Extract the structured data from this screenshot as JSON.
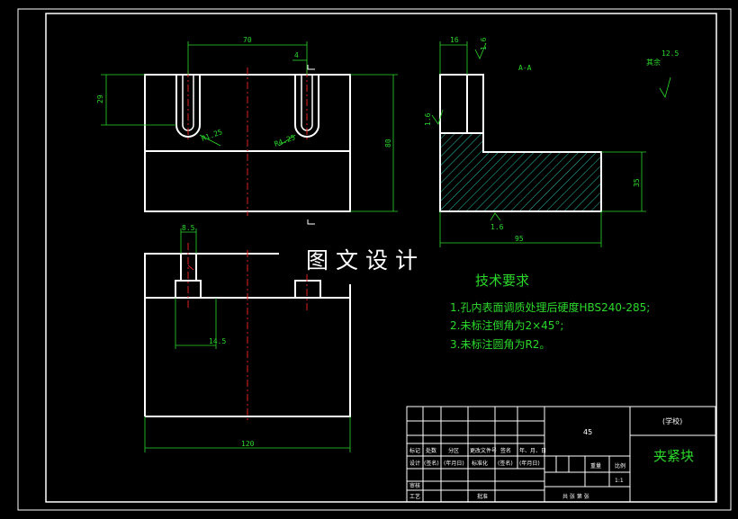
{
  "watermark": "图文设计",
  "dimensions": {
    "top_width": "70",
    "top_small": "4",
    "top_left_height": "29",
    "top_right_height": "80",
    "radius_left": "R1.25",
    "radius_right": "R4.25",
    "side_top": "16",
    "side_rough_top": "1.6",
    "side_rough_left": "1.6",
    "side_rough_bottom": "1.6",
    "side_height": "35",
    "side_width": "95",
    "section_label": "A-A",
    "rough_rest_label": "其余",
    "rough_rest_value": "12.5",
    "front_slot": "8.5",
    "front_inner": "14.5",
    "front_width": "120"
  },
  "requirements": {
    "title": "技术要求",
    "items": [
      "1.孔内表面调质处理后硬度HBS240-285;",
      "2.未标注倒角为2×45°;",
      "3.未标注圆角为R2。"
    ]
  },
  "title_block": {
    "material": "45",
    "school": "(学校)",
    "part_name": "夹紧块",
    "scale_label": "比例",
    "scale_value": "1:1",
    "weight_label": "重量",
    "sheet_info": "共 张 第 张",
    "rows": [
      [
        "标记",
        "处数",
        "分区",
        "更改文件号",
        "签名",
        "年、月、日"
      ],
      [
        "设计",
        "(签名)",
        "(年月日)",
        "标准化",
        "(签名)",
        "(年月日)"
      ],
      [
        "审核",
        "",
        "",
        "",
        "",
        ""
      ],
      [
        "工艺",
        "",
        "",
        "批准",
        "",
        ""
      ]
    ]
  }
}
